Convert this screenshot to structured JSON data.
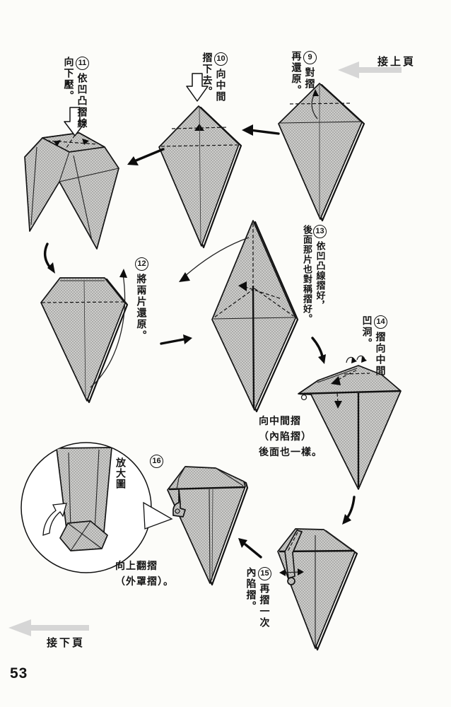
{
  "page": {
    "page_number": "53",
    "continued_from_previous": "接上頁",
    "continued_next": "接下頁",
    "ink_color": "#151515",
    "paper_gray": "#c9c9c9",
    "marker_gray": "#d6d6d6",
    "background": "#fcfcf9"
  },
  "steps": {
    "s9": {
      "num": "9",
      "lines": [
        "對摺",
        "再還原。"
      ]
    },
    "s10": {
      "num": "10",
      "lines": [
        "向中間",
        "摺下去。"
      ]
    },
    "s11": {
      "num": "11",
      "lines": [
        "依凹凸摺線",
        "向下壓。"
      ]
    },
    "s12": {
      "num": "12",
      "lines": [
        "將兩片還原。"
      ]
    },
    "s13": {
      "num": "13",
      "lines": [
        "依凹凸線摺好，",
        "後面那片也對稱摺好。"
      ]
    },
    "s14": {
      "num": "14",
      "lines": [
        "摺向中間",
        "凹洞。"
      ]
    },
    "s15": {
      "num": "15",
      "lines": [
        "再摺一次",
        "內陷摺。"
      ]
    },
    "s16": {
      "num": "16",
      "lines": []
    }
  },
  "notes": {
    "step14_note": [
      "向中間摺",
      "（內陷摺）",
      "後面也一樣。"
    ],
    "step16_note": [
      "向上翻摺",
      "（外罩摺）。"
    ],
    "magnifier_label": "放大圖"
  },
  "icons": {
    "prev_page_arrow": "left-gray-arrow",
    "next_page_arrow": "left-gray-arrow",
    "fold_down_arrow": "hollow-down-arrow"
  }
}
